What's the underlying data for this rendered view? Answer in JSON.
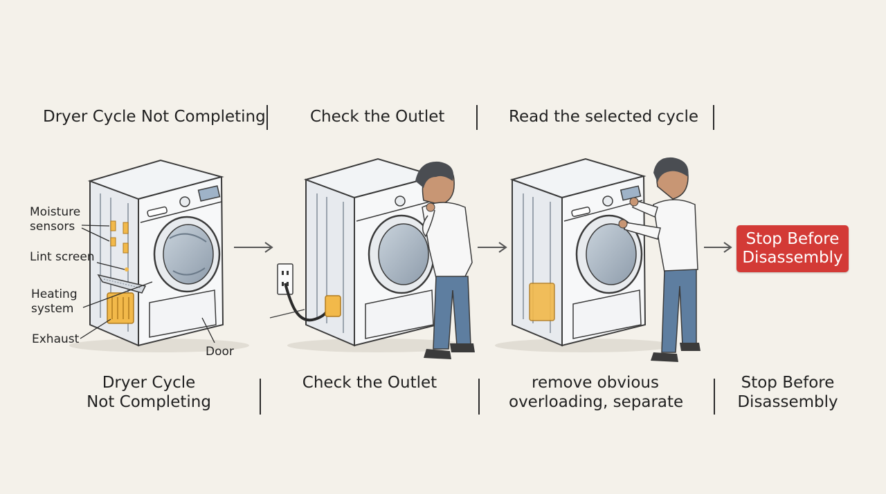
{
  "header": {
    "step1": "Dryer Cycle Not Completing",
    "step2": "Check the Outlet",
    "step3": "Read the selected cycle"
  },
  "callouts": {
    "moisture_line1": "Moisture",
    "moisture_line2": "sensors",
    "lint_screen": "Lint screen",
    "heating_line1": "Heating",
    "heating_line2": "system",
    "exhaust": "Exhaust",
    "door": "Door"
  },
  "badge": {
    "line1": "Stop Before",
    "line2": "Disassembly"
  },
  "footer": {
    "step1_line1": "Dryer Cycle",
    "step1_line2": "Not Completing",
    "step2": "Check the Outlet",
    "step3_line1": "remove obvious",
    "step3_line2": "overloading, separate",
    "step4_line1": "Stop Before",
    "step4_line2": "Disassembly"
  },
  "colors": {
    "background": "#f4f1ea",
    "badge": "#d33a36",
    "component_highlight": "#f2b94a"
  }
}
